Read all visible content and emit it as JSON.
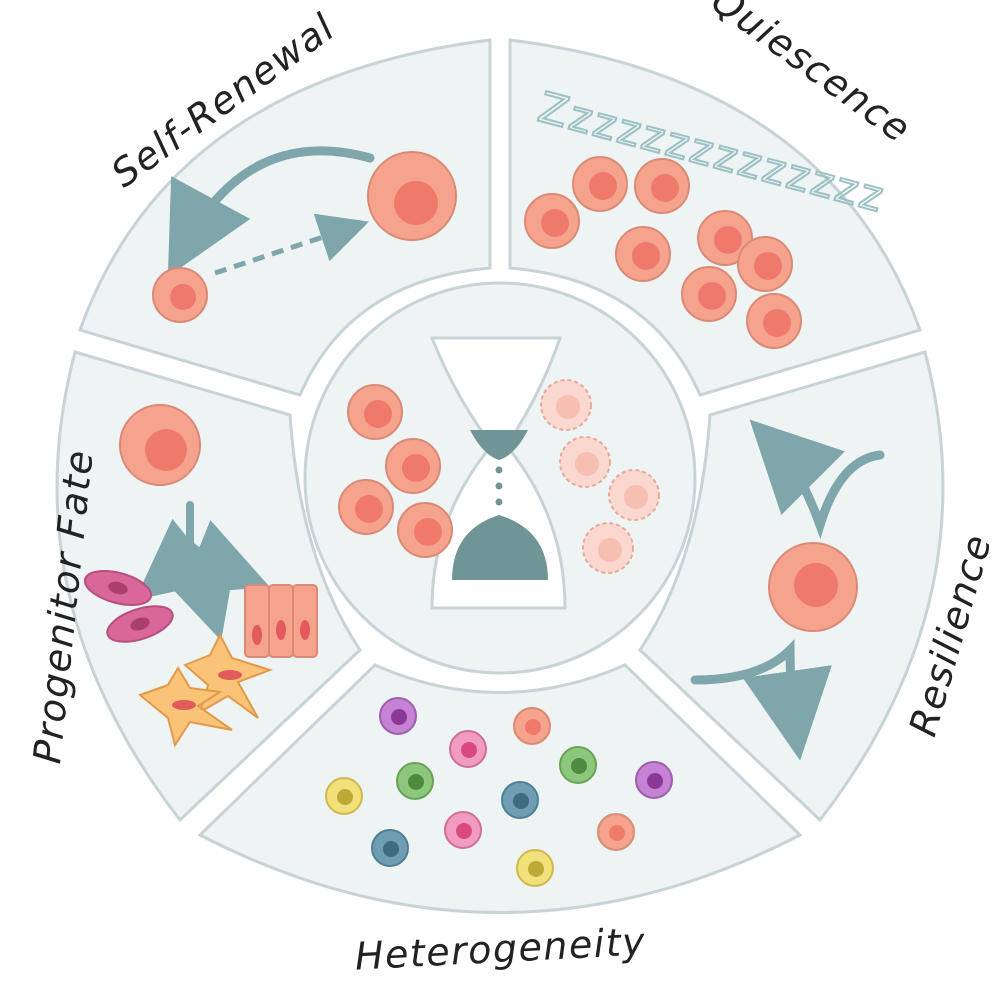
{
  "labels": {
    "self_renewal": "Self-Renewal",
    "quiescence": "Quiescence",
    "resilience": "Resilience",
    "heterogeneity": "Heterogeneity",
    "progenitor_fate": "Progenitor Fate",
    "zzz": "Zzzzzzzzzzzzzz"
  },
  "icons": {
    "center": "hourglass-icon",
    "self_renewal": "circular-arrow-icon",
    "quiescence": "sleeping-zzz-icon",
    "resilience": "bounce-back-arrow-icon",
    "progenitor_fate": "branching-arrow-icon"
  },
  "colors": {
    "panel_fill": "#eef3f4",
    "panel_stroke": "#c7d3d6",
    "cell_fill": "#f6a38e",
    "cell_nucleus": "#ef7a6b",
    "arrow": "#7ea6ab",
    "hourglass_sand": "#6f9596",
    "faded_cell": "#fbd8cf"
  }
}
